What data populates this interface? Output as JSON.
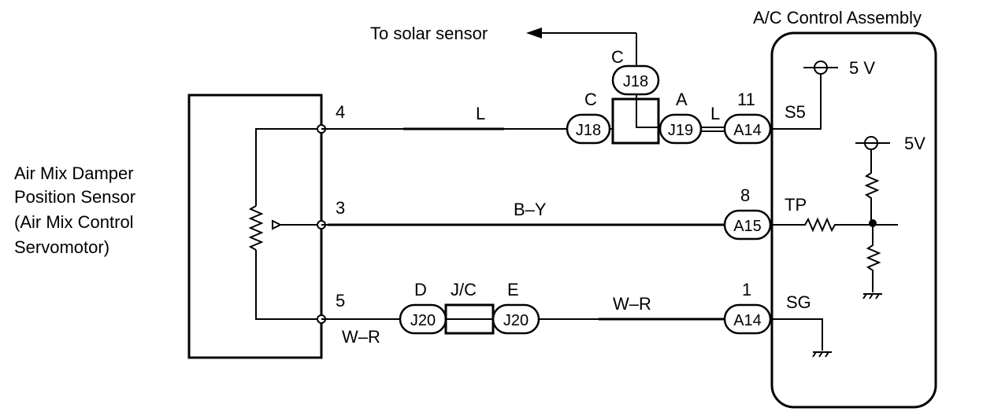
{
  "labels": {
    "sensor_line1": "Air Mix Damper",
    "sensor_line2": "Position Sensor",
    "sensor_line3": "(Air Mix Control",
    "sensor_line4": "Servomotor)",
    "assembly": "A/C Control Assembly",
    "solar": "To solar sensor",
    "supply_top": "5 V",
    "supply_right": "5V",
    "jc": "J/C"
  },
  "pins": {
    "sensor_4": "4",
    "sensor_3": "3",
    "sensor_5": "5",
    "ecu_11": "11",
    "ecu_8": "8",
    "ecu_1": "1"
  },
  "terminals": {
    "s5": "S5",
    "tp": "TP",
    "sg": "SG"
  },
  "wire_colors": {
    "w1": "L",
    "w1_short": "L",
    "w2": "B–Y",
    "w3_left": "W–R",
    "w3_right": "W–R"
  },
  "connectors": {
    "j18_top": "J18",
    "j18_left": "J18",
    "j19": "J19",
    "a14_top": "A14",
    "a15": "A15",
    "j20_left": "J20",
    "j20_right": "J20",
    "a14_bottom": "A14"
  },
  "connector_letters": {
    "j18_top": "C",
    "j18_left": "C",
    "j19": "A",
    "j20_left": "D",
    "j20_right": "E"
  }
}
